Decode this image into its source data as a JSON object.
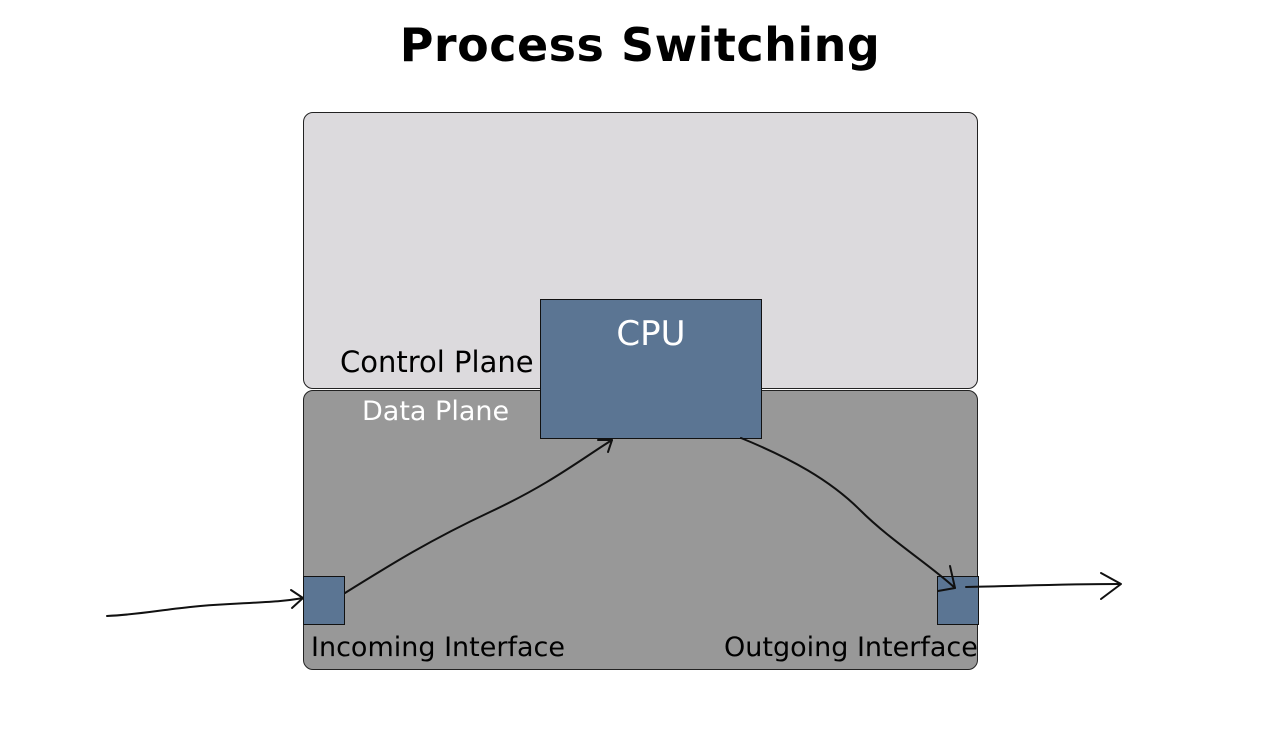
{
  "title": "Process Switching",
  "diagram": {
    "control_plane": {
      "label": "Control Plane",
      "color": "#dcdadd"
    },
    "data_plane": {
      "label": "Data Plane",
      "color": "#989898"
    },
    "cpu": {
      "label": "CPU",
      "color": "#5b7593"
    },
    "incoming_interface": {
      "label": "Incoming Interface"
    },
    "outgoing_interface": {
      "label": "Outgoing Interface"
    },
    "flows": [
      {
        "from": "external",
        "to": "incoming_interface"
      },
      {
        "from": "incoming_interface",
        "to": "cpu"
      },
      {
        "from": "cpu",
        "to": "outgoing_interface"
      },
      {
        "from": "outgoing_interface",
        "to": "external"
      }
    ]
  }
}
